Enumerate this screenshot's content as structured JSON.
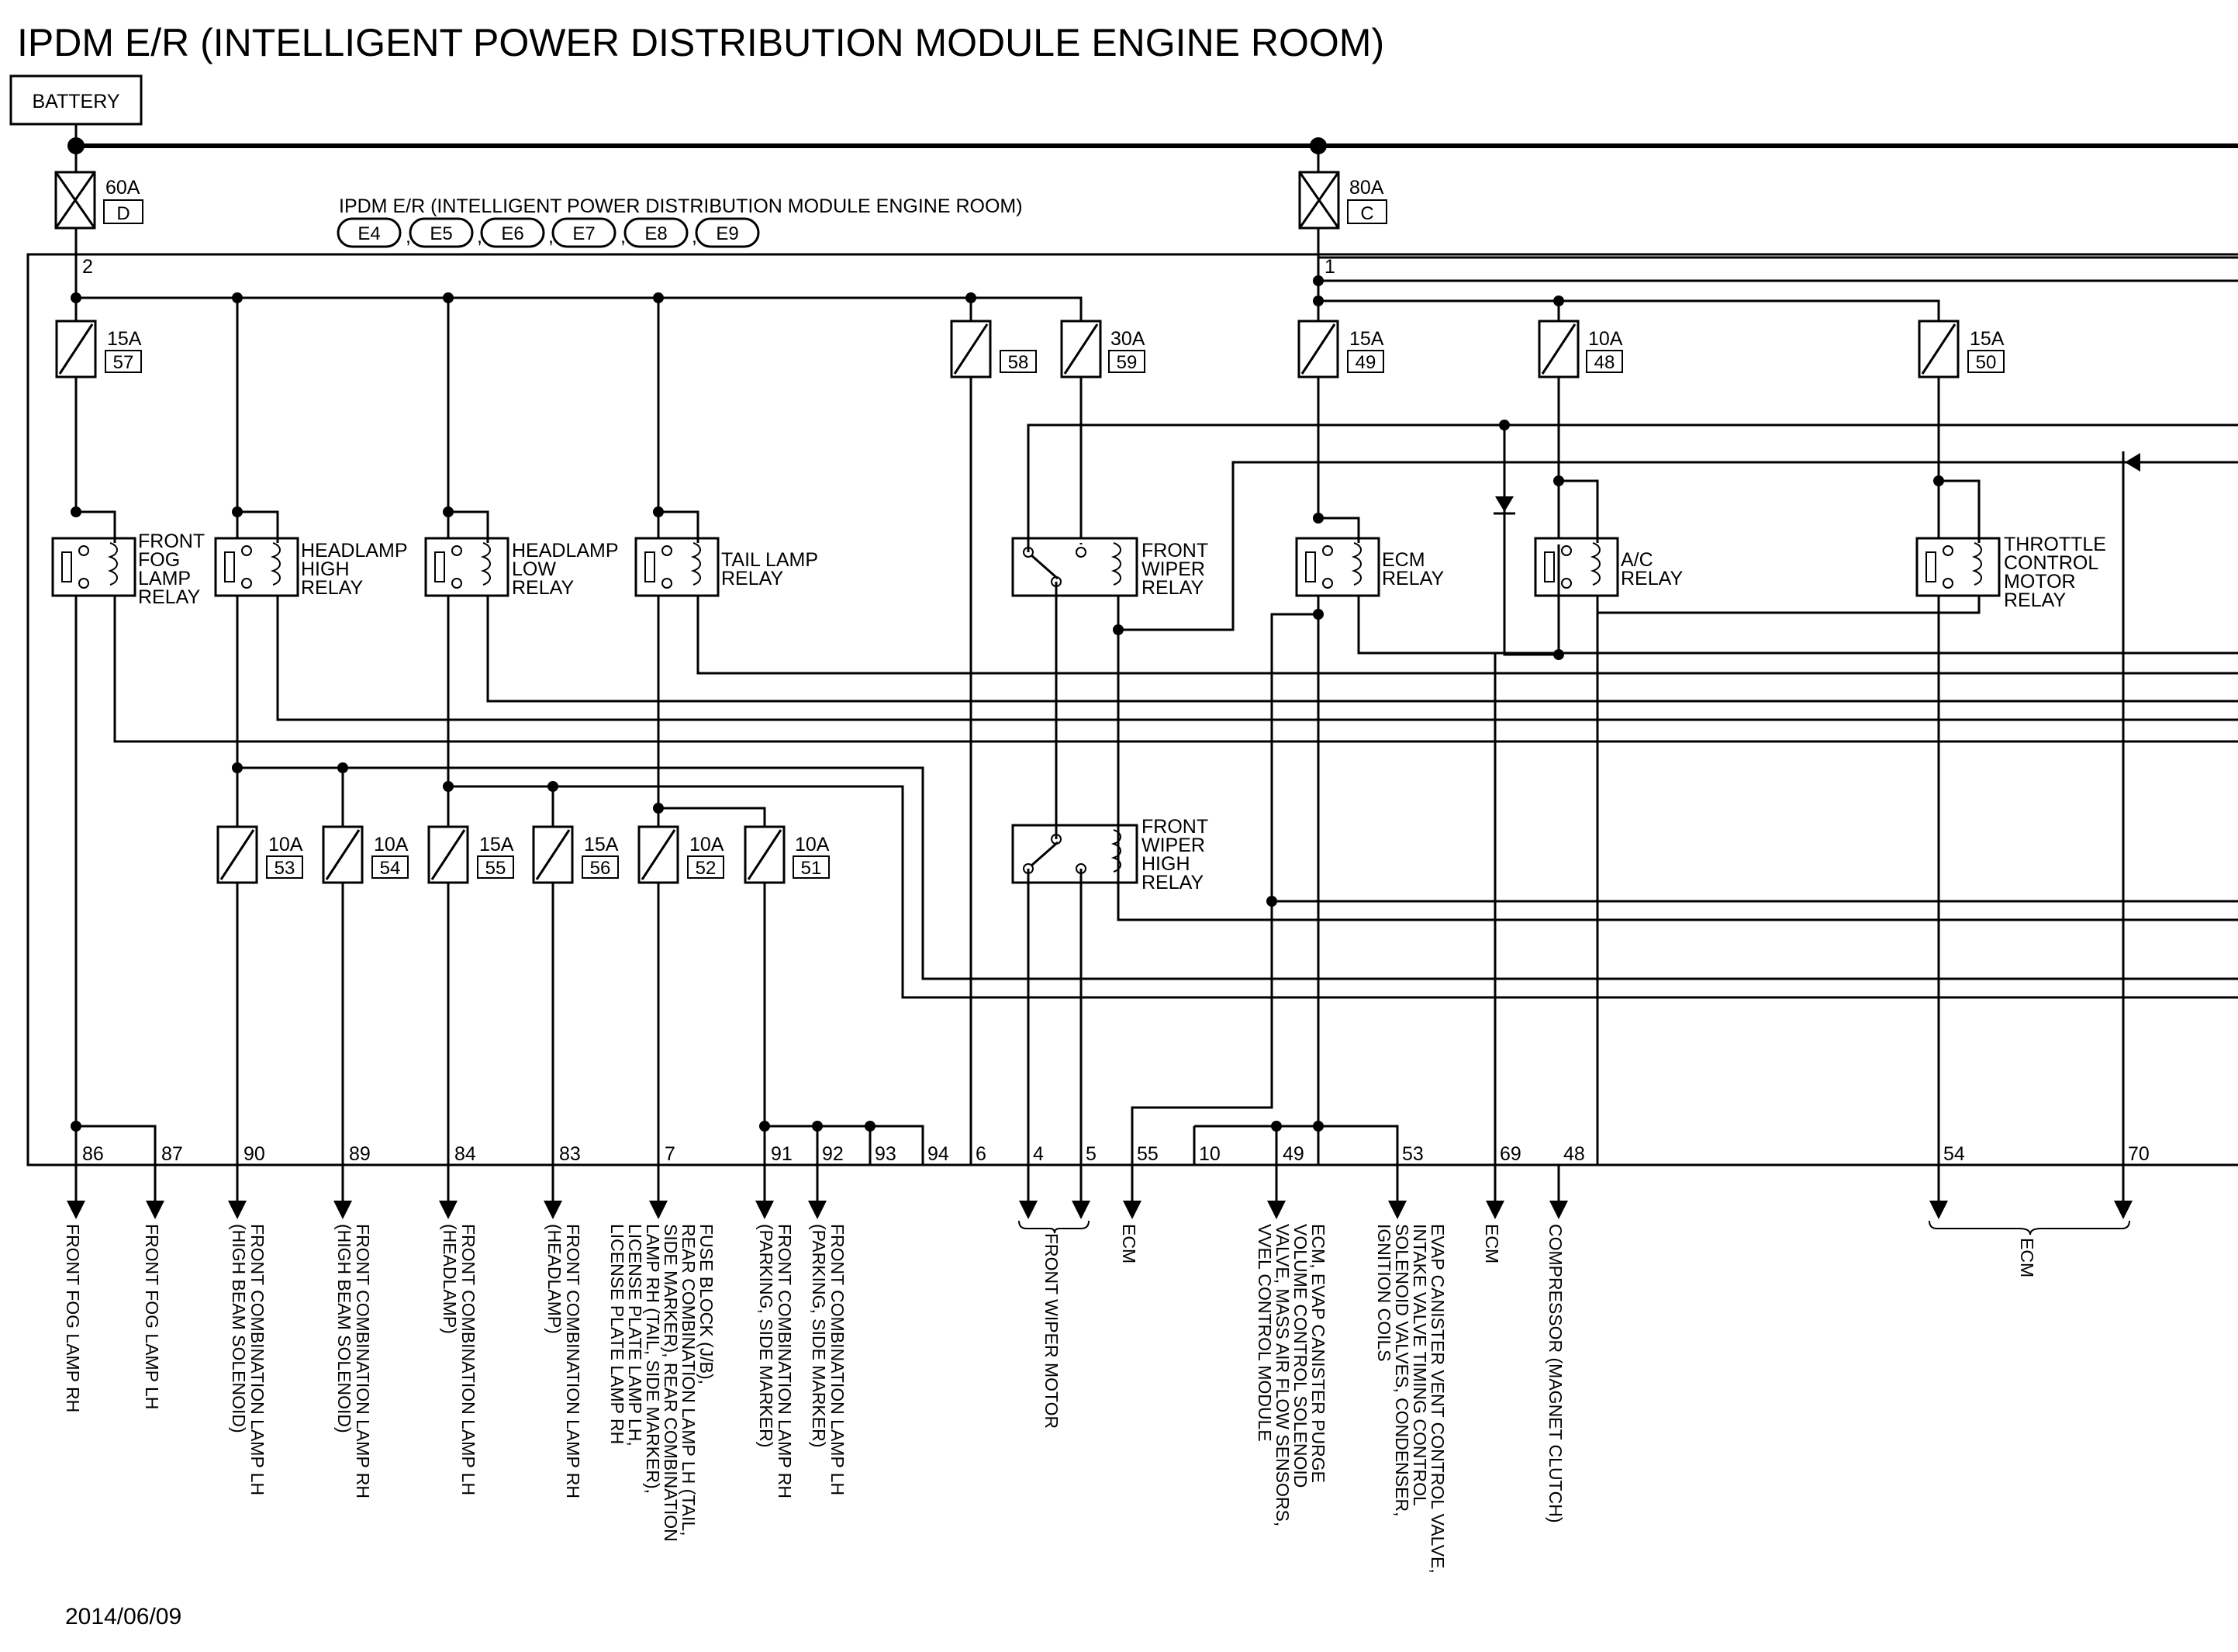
{
  "title": "IPDM E/R (INTELLIGENT POWER DISTRIBUTION MODULE ENGINE ROOM)",
  "battery_label": "BATTERY",
  "module": {
    "label": "IPDM E/R (INTELLIGENT POWER DISTRIBUTION MODULE ENGINE ROOM)",
    "connectors": [
      "E4",
      "E5",
      "E6",
      "E7",
      "E8",
      "E9"
    ]
  },
  "fusible_links": [
    {
      "rating": "60A",
      "id": "D",
      "pin": "2"
    },
    {
      "rating": "80A",
      "id": "C",
      "pin": "1"
    }
  ],
  "fuses": [
    {
      "rating": "15A",
      "num": "57"
    },
    {
      "rating": "",
      "num": "58"
    },
    {
      "rating": "30A",
      "num": "59"
    },
    {
      "rating": "15A",
      "num": "49"
    },
    {
      "rating": "10A",
      "num": "48"
    },
    {
      "rating": "15A",
      "num": "50"
    },
    {
      "rating": "10A",
      "num": "53"
    },
    {
      "rating": "10A",
      "num": "54"
    },
    {
      "rating": "15A",
      "num": "55"
    },
    {
      "rating": "15A",
      "num": "56"
    },
    {
      "rating": "10A",
      "num": "52"
    },
    {
      "rating": "10A",
      "num": "51"
    }
  ],
  "relays": [
    {
      "lines": [
        "FRONT",
        "FOG",
        "LAMP",
        "RELAY"
      ]
    },
    {
      "lines": [
        "HEADLAMP",
        "HIGH",
        "RELAY"
      ]
    },
    {
      "lines": [
        "HEADLAMP",
        "LOW",
        "RELAY"
      ]
    },
    {
      "lines": [
        "TAIL LAMP",
        "RELAY"
      ]
    },
    {
      "lines": [
        "FRONT",
        "WIPER",
        "RELAY"
      ]
    },
    {
      "lines": [
        "ECM",
        "RELAY"
      ]
    },
    {
      "lines": [
        "A/C",
        "RELAY"
      ]
    },
    {
      "lines": [
        "THROTTLE",
        "CONTROL",
        "MOTOR",
        "RELAY"
      ]
    },
    {
      "lines": [
        "FRONT",
        "WIPER",
        "HIGH",
        "RELAY"
      ]
    }
  ],
  "pins": [
    "86",
    "87",
    "90",
    "89",
    "84",
    "83",
    "7",
    "91",
    "92",
    "93",
    "94",
    "6",
    "4",
    "5",
    "55",
    "10",
    "49",
    "53",
    "69",
    "48",
    "54",
    "70"
  ],
  "outputs": [
    {
      "lines": [
        "FRONT FOG LAMP RH"
      ]
    },
    {
      "lines": [
        "FRONT FOG LAMP LH"
      ]
    },
    {
      "lines": [
        "FRONT COMBINATION LAMP LH",
        "(HIGH BEAM SOLENOID)"
      ]
    },
    {
      "lines": [
        "FRONT COMBINATION LAMP RH",
        "(HIGH BEAM SOLENOID)"
      ]
    },
    {
      "lines": [
        "FRONT COMBINATION LAMP LH",
        "(HEADLAMP)"
      ]
    },
    {
      "lines": [
        "FRONT COMBINATION LAMP RH",
        "(HEADLAMP)"
      ]
    },
    {
      "lines": [
        "FUSE BLOCK (J/B),",
        "REAR COMBINATION LAMP LH (TAIL,",
        "SIDE MARKER), REAR COMBINATION",
        "LAMP RH (TAIL, SIDE MARKER),",
        "LICENSE PLATE LAMP LH,",
        "LICENSE PLATE LAMP RH"
      ]
    },
    {
      "lines": [
        "FRONT COMBINATION LAMP RH",
        "(PARKING, SIDE MARKER)"
      ]
    },
    {
      "lines": [
        "FRONT COMBINATION LAMP LH",
        "(PARKING, SIDE MARKER)"
      ]
    },
    {
      "lines": [
        "FRONT WIPER MOTOR"
      ]
    },
    {
      "lines": [
        "ECM"
      ]
    },
    {
      "lines": [
        "ECM, EVAP CANISTER PURGE",
        "VOLUME CONTROL SOLENOID",
        "VALVE, MASS AIR FLOW SENSORS,",
        "VVEL CONTROL MODULE"
      ]
    },
    {
      "lines": [
        "EVAP CANISTER VENT CONTROL VALVE,",
        "INTAKE VALVE TIMING CONTROL",
        "SOLENOID VALVES, CONDENSER,",
        "IGNITION COILS"
      ]
    },
    {
      "lines": [
        "ECM"
      ]
    },
    {
      "lines": [
        "COMPRESSOR (MAGNET CLUTCH)"
      ]
    },
    {
      "lines": [
        "ECM"
      ]
    }
  ],
  "date": "2014/06/09"
}
